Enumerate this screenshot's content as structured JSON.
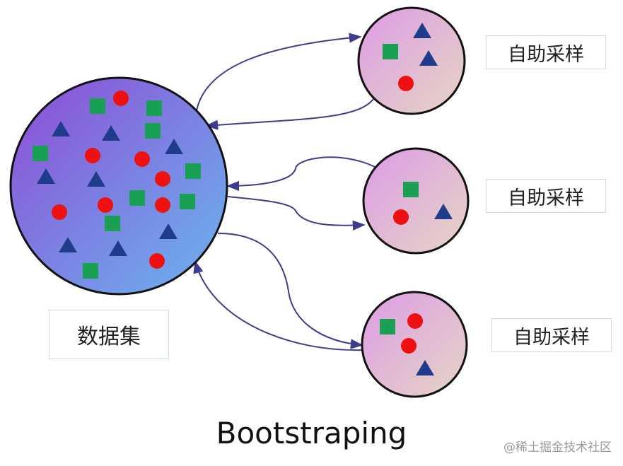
{
  "dataset": {
    "label": "数据集"
  },
  "samples": [
    {
      "label": "自助采样"
    },
    {
      "label": "自助采样"
    },
    {
      "label": "自助采样"
    }
  ],
  "title": "Bootstraping",
  "watermark": "@稀土掘金技术社区",
  "colors": {
    "main_circle_from": "#8e4bd6",
    "main_circle_to": "#6ab6ee",
    "sample_circle_from": "#dd9be6",
    "sample_circle_to": "#e6d6c4",
    "circle_stroke": "#111111",
    "arrow": "#3d3c8e",
    "square": "#1aa055",
    "dot": "#ee1111",
    "triangle": "#1f3c8a"
  }
}
